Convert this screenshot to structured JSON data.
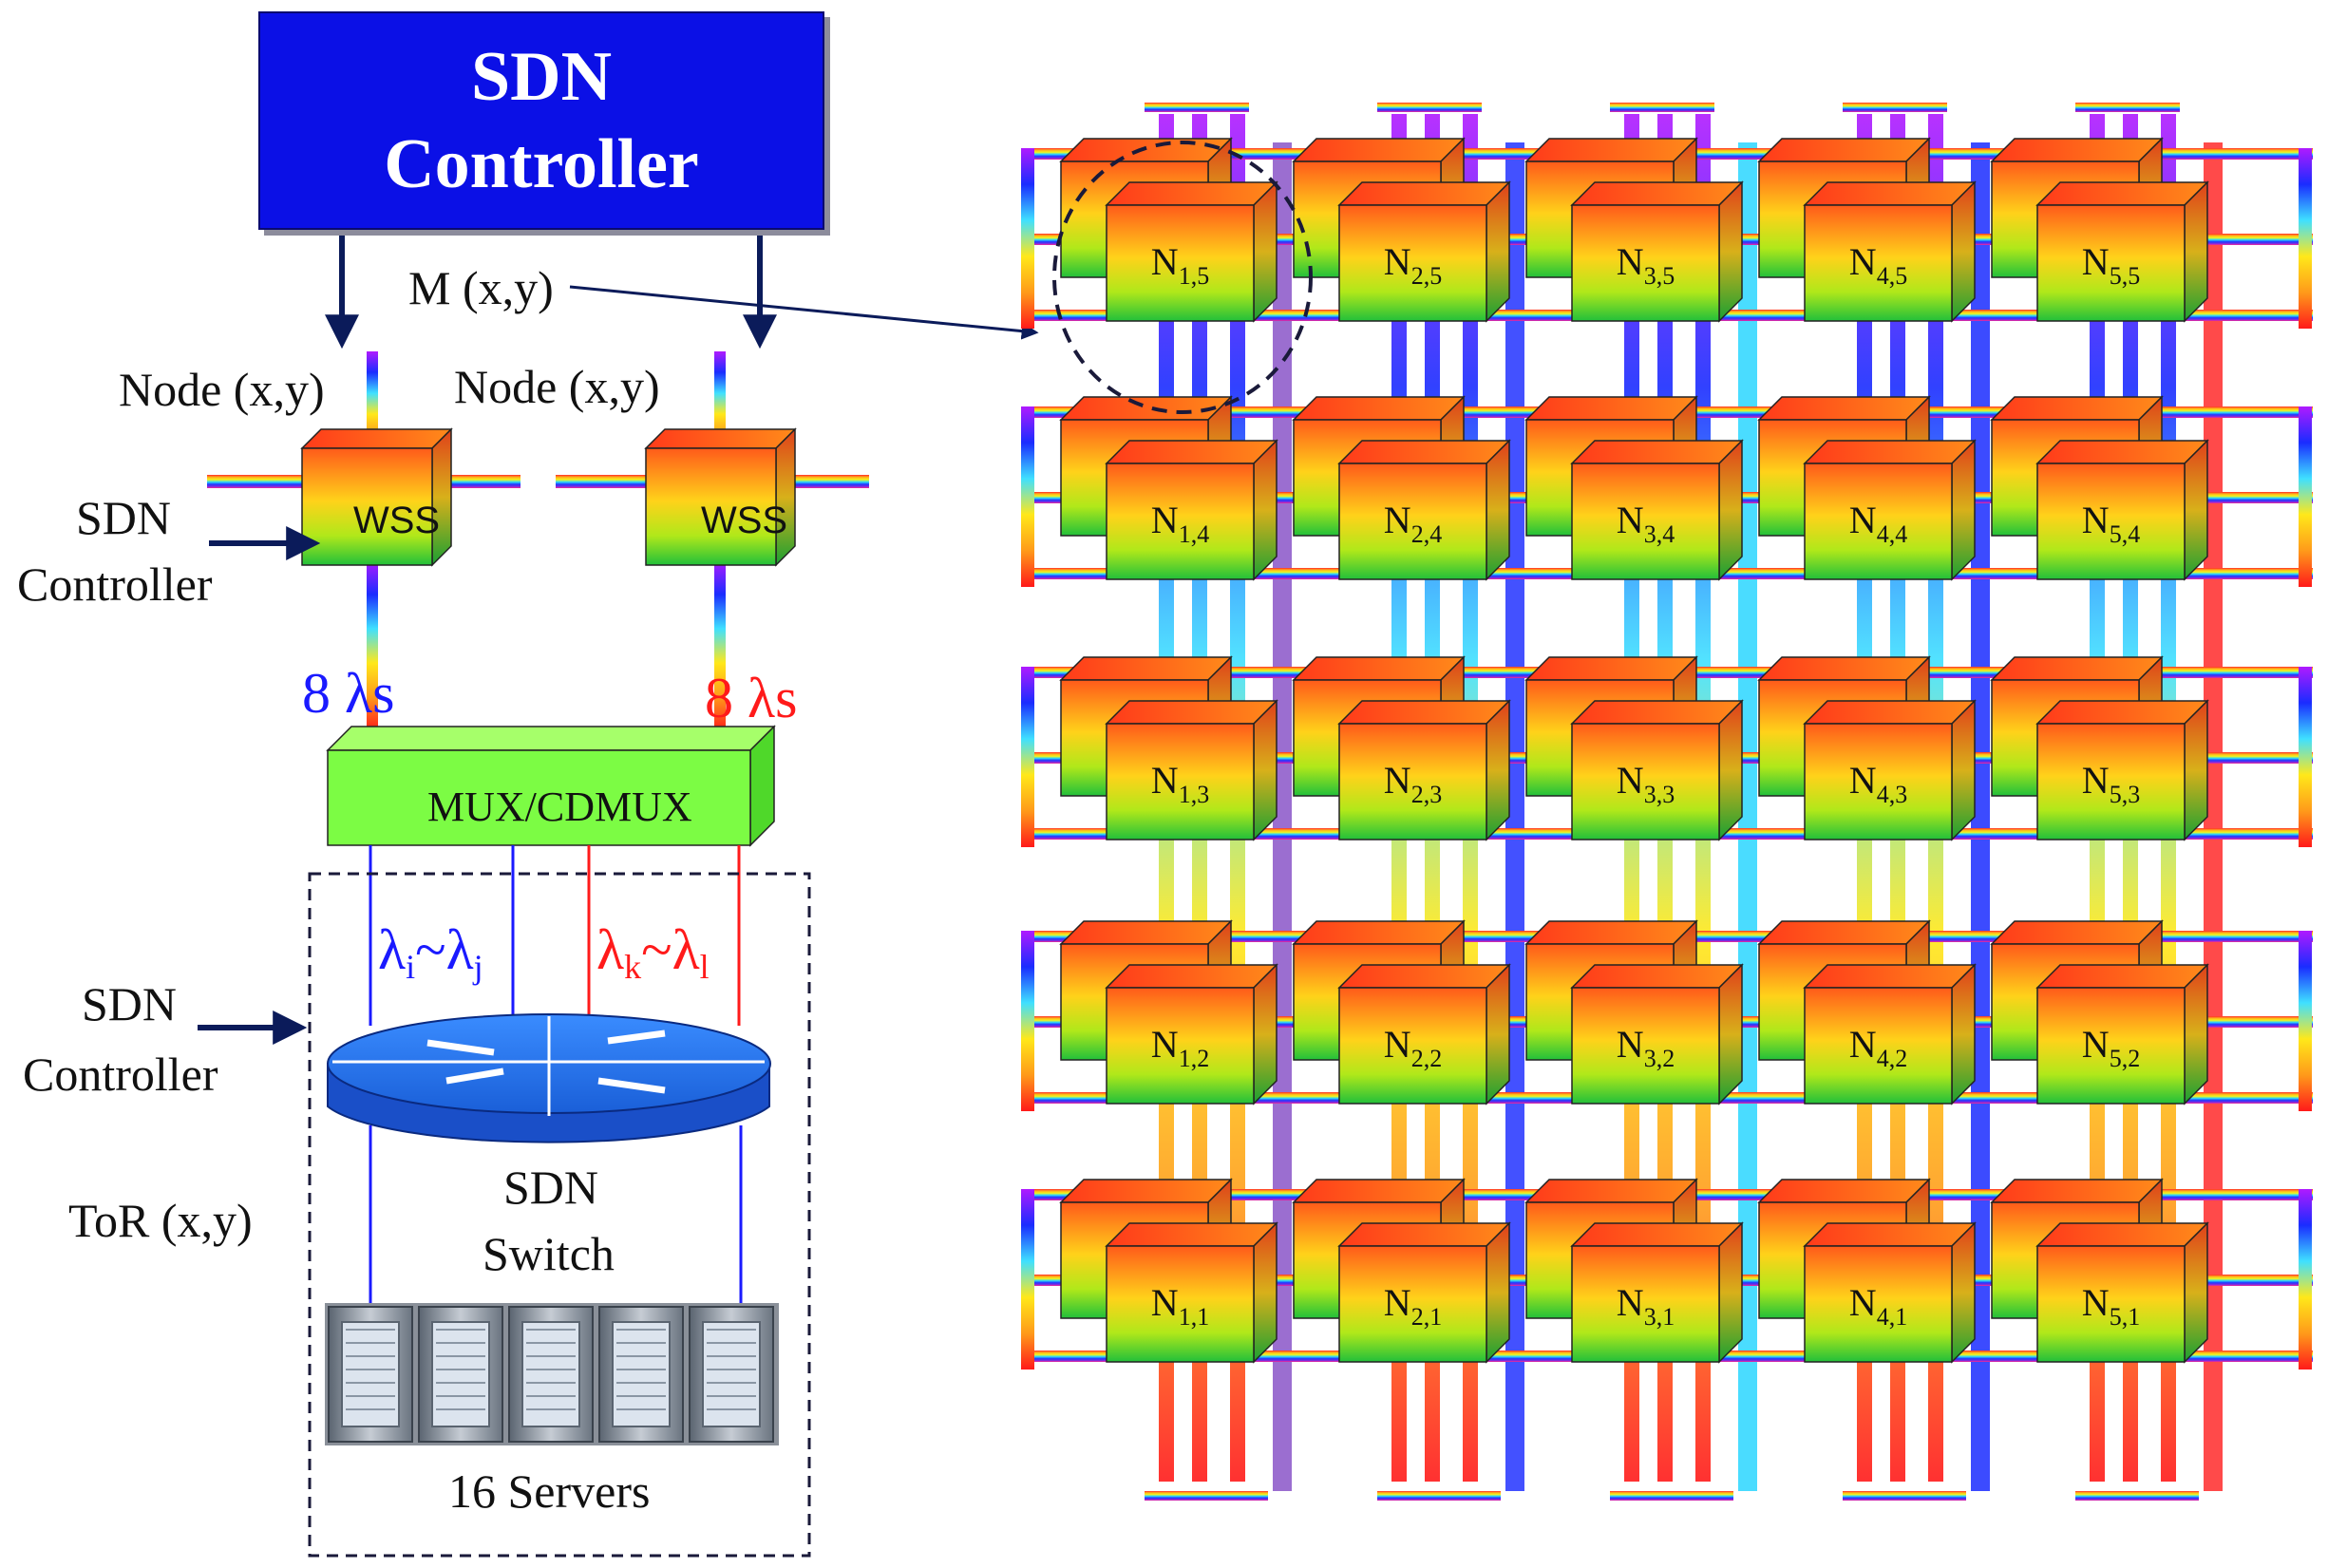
{
  "controller": {
    "line1": "SDN",
    "line2": "Controller"
  },
  "left_labels": {
    "m_xy": "M (x,y)",
    "node_left": "Node (x,y)",
    "node_right": "Node (x,y)",
    "sdn_ctrl_top_1": "SDN",
    "sdn_ctrl_top_2": "Controller",
    "sdn_ctrl_mid_1": "SDN",
    "sdn_ctrl_mid_2": "Controller",
    "tor": "ToR (x,y)",
    "wss_left": "WSS",
    "wss_right": "WSS",
    "lambda_left_num": "8",
    "lambda_left_sym": "λs",
    "lambda_right_num": "8",
    "lambda_right_sym": "λs",
    "mux": "MUX/CDMUX",
    "lambda_ij": {
      "a": "λ",
      "a_sub": "i",
      "tilde": "~",
      "b": "λ",
      "b_sub": "j"
    },
    "lambda_kl": {
      "a": "λ",
      "a_sub": "k",
      "tilde": "~",
      "b": "λ",
      "b_sub": "l"
    },
    "switch_1": "SDN",
    "switch_2": "Switch",
    "servers": "16 Servers"
  },
  "grid": {
    "rows": 5,
    "cols": 5,
    "node_prefix": "N",
    "node_labels": [
      [
        "1,5",
        "2,5",
        "3,5",
        "4,5",
        "5,5"
      ],
      [
        "1,4",
        "2,4",
        "3,4",
        "4,4",
        "5,4"
      ],
      [
        "1,3",
        "2,3",
        "3,3",
        "4,3",
        "5,3"
      ],
      [
        "1,2",
        "2,2",
        "3,2",
        "4,2",
        "5,2"
      ],
      [
        "1,1",
        "2,1",
        "3,1",
        "4,1",
        "5,1"
      ]
    ]
  },
  "colors": {
    "controller_fill": "#0b10e6",
    "mux_fill": "#7cfc44",
    "label_blue": "#1a1aff",
    "label_red": "#ff1a1a",
    "arrow": "#0b1b5a",
    "router": "#1a6fe0"
  }
}
